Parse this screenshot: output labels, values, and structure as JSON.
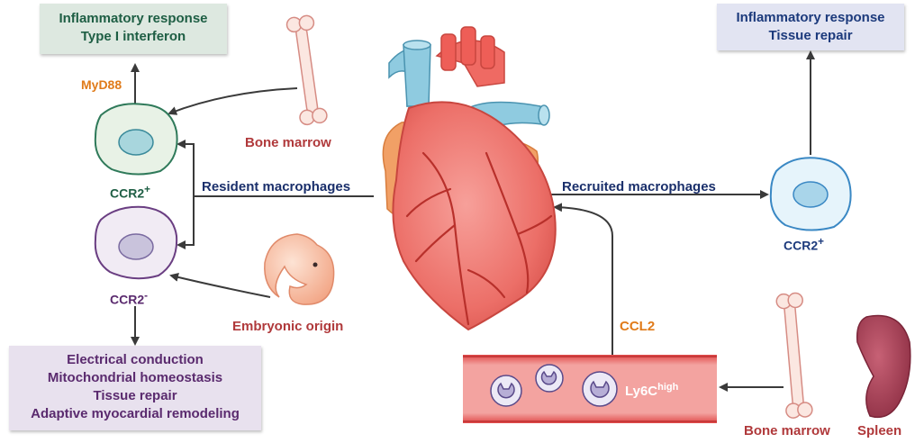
{
  "top_left_box": {
    "line1": "Inflammatory response",
    "line2": "Type I interferon"
  },
  "top_right_box": {
    "line1": "Inflammatory response",
    "line2": "Tissue repair"
  },
  "bottom_left_box": {
    "line1": "Electrical conduction",
    "line2": "Mitochondrial homeostasis",
    "line3": "Tissue repair",
    "line4": "Adaptive myocardial remodeling"
  },
  "labels": {
    "myd88": "MyD88",
    "ccr2_pos_left": "CCR2",
    "ccr2_neg": "CCR2",
    "ccr2_pos_right": "CCR2",
    "plus_sign": "+",
    "minus_sign": "-",
    "bone_marrow_top": "Bone marrow",
    "bone_marrow_bottom": "Bone marrow",
    "resident": "Resident macrophages",
    "recruited": "Recruited macrophages",
    "embryonic": "Embryonic origin",
    "ccl2": "CCL2",
    "ly6c": "Ly6C",
    "ly6c_sup": "high",
    "spleen": "Spleen"
  },
  "colors": {
    "green_text": "#1e5e44",
    "green_box": "#dde8e0",
    "blue_text": "#1c3a7c",
    "blue_box": "#e2e4f2",
    "purple_text": "#5a2a6e",
    "purple_box": "#e8e1ee",
    "orange_text": "#e07b1a",
    "red_text": "#b0393b",
    "navy_text": "#1a2f6b"
  },
  "icons": [
    "heart-icon",
    "bone-icon",
    "embryo-icon",
    "spleen-icon",
    "macrophage-cell-icon",
    "monocyte-icon",
    "blood-vessel-icon"
  ]
}
